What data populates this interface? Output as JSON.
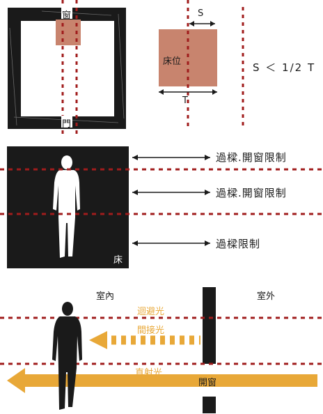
{
  "plan": {
    "window_label": "窗",
    "door_label": "門"
  },
  "bed": {
    "bed_label": "床位",
    "s_label": "S",
    "t_label": "T",
    "rule": "S ＜ 1/2 T"
  },
  "elevation": {
    "row1": "過樑.開窗限制",
    "row2": "過樑.開窗限制",
    "row3": "過樑限制",
    "floor_label": "床"
  },
  "light": {
    "indoor": "室內",
    "outdoor": "室外",
    "avoid": "迴避光",
    "indirect": "間接光",
    "direct": "直射光",
    "opening": "開窗"
  },
  "colors": {
    "dashed": "#a01c1c",
    "bed": "#c8846e",
    "light": "#e8a838",
    "dark": "#1a1a1a"
  }
}
